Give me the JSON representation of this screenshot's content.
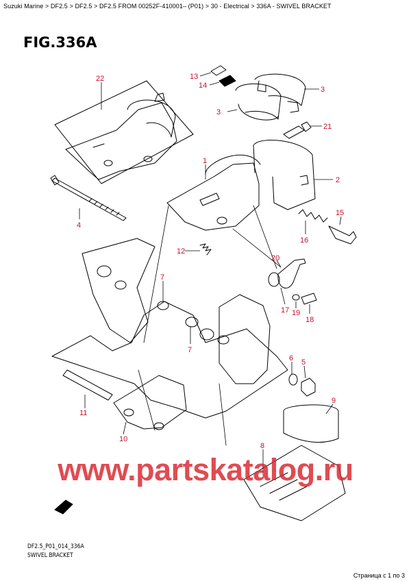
{
  "breadcrumb": "Suzuki Marine > DF2.5 > DF2.5 > DF2.5 FROM 00252F-410001– (P01) > 30 - Electrical > 336A - SWIVEL BRACKET",
  "figure_title": "FIG.336A",
  "footer_code": "DF2.5_P01_014_336A",
  "footer_name": "SWIVEL BRACKET",
  "page_counter": "Страница с 1 по 3",
  "watermark": "www.partskatalog.ru",
  "colors": {
    "callout": "#c8102e",
    "watermark": "#d8262e",
    "line": "#000000"
  },
  "callouts": [
    {
      "id": "c13",
      "label": "13"
    },
    {
      "id": "c14",
      "label": "14"
    },
    {
      "id": "c3a",
      "label": "3"
    },
    {
      "id": "c3b",
      "label": "3"
    },
    {
      "id": "c22",
      "label": "22"
    },
    {
      "id": "c21",
      "label": "21"
    },
    {
      "id": "c1",
      "label": "1"
    },
    {
      "id": "c2",
      "label": "2"
    },
    {
      "id": "c4",
      "label": "4"
    },
    {
      "id": "c15",
      "label": "15"
    },
    {
      "id": "c16",
      "label": "16"
    },
    {
      "id": "c12",
      "label": "12"
    },
    {
      "id": "c20",
      "label": "20"
    },
    {
      "id": "c7a",
      "label": "7"
    },
    {
      "id": "c7b",
      "label": "7"
    },
    {
      "id": "c17",
      "label": "17"
    },
    {
      "id": "c19",
      "label": "19"
    },
    {
      "id": "c18",
      "label": "18"
    },
    {
      "id": "c6",
      "label": "6"
    },
    {
      "id": "c5",
      "label": "5"
    },
    {
      "id": "c9",
      "label": "9"
    },
    {
      "id": "c11",
      "label": "11"
    },
    {
      "id": "c10",
      "label": "10"
    },
    {
      "id": "c8",
      "label": "8"
    }
  ]
}
